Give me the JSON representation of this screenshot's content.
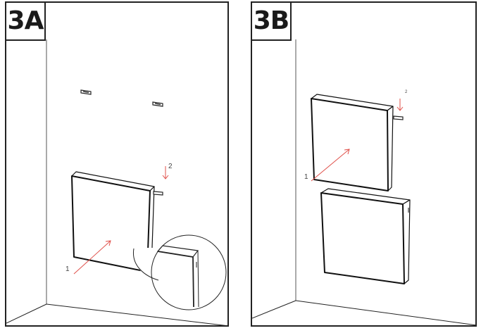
{
  "panels": [
    {
      "id": "3A",
      "label": "3A",
      "arrows": [
        {
          "number": "1",
          "description": "push panel toward wall"
        },
        {
          "number": "2",
          "description": "lower panel onto bracket"
        }
      ],
      "has_detail_magnifier": true,
      "bracket_count": 2
    },
    {
      "id": "3B",
      "label": "3B",
      "arrows": [
        {
          "number": "1",
          "description": "push upper panel toward wall"
        },
        {
          "number": "2",
          "description": "lower upper panel onto bracket"
        }
      ],
      "panel_count": 2
    }
  ],
  "colors": {
    "line": "#1a1a1a",
    "wall_edge": "#aaaaaa",
    "arrow": "#e0504a"
  }
}
